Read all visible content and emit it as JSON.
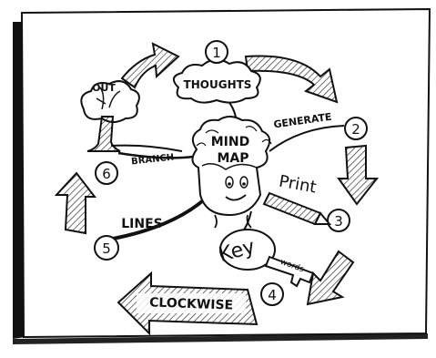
{
  "diagram": {
    "center": {
      "line1": "MIND",
      "line2": "MAP"
    },
    "steps": [
      {
        "number": "1",
        "label": "THOUGHTS"
      },
      {
        "number": "2",
        "label": "GENERATE"
      },
      {
        "number": "3",
        "label": "Print"
      },
      {
        "number": "4",
        "label_big": "Key",
        "label_small": "words"
      },
      {
        "number": "5",
        "label": "LINES"
      },
      {
        "number": "6",
        "label": "BRANCH"
      }
    ],
    "tree_label": "OUT",
    "arrow_label": "CLOCKWISE"
  }
}
